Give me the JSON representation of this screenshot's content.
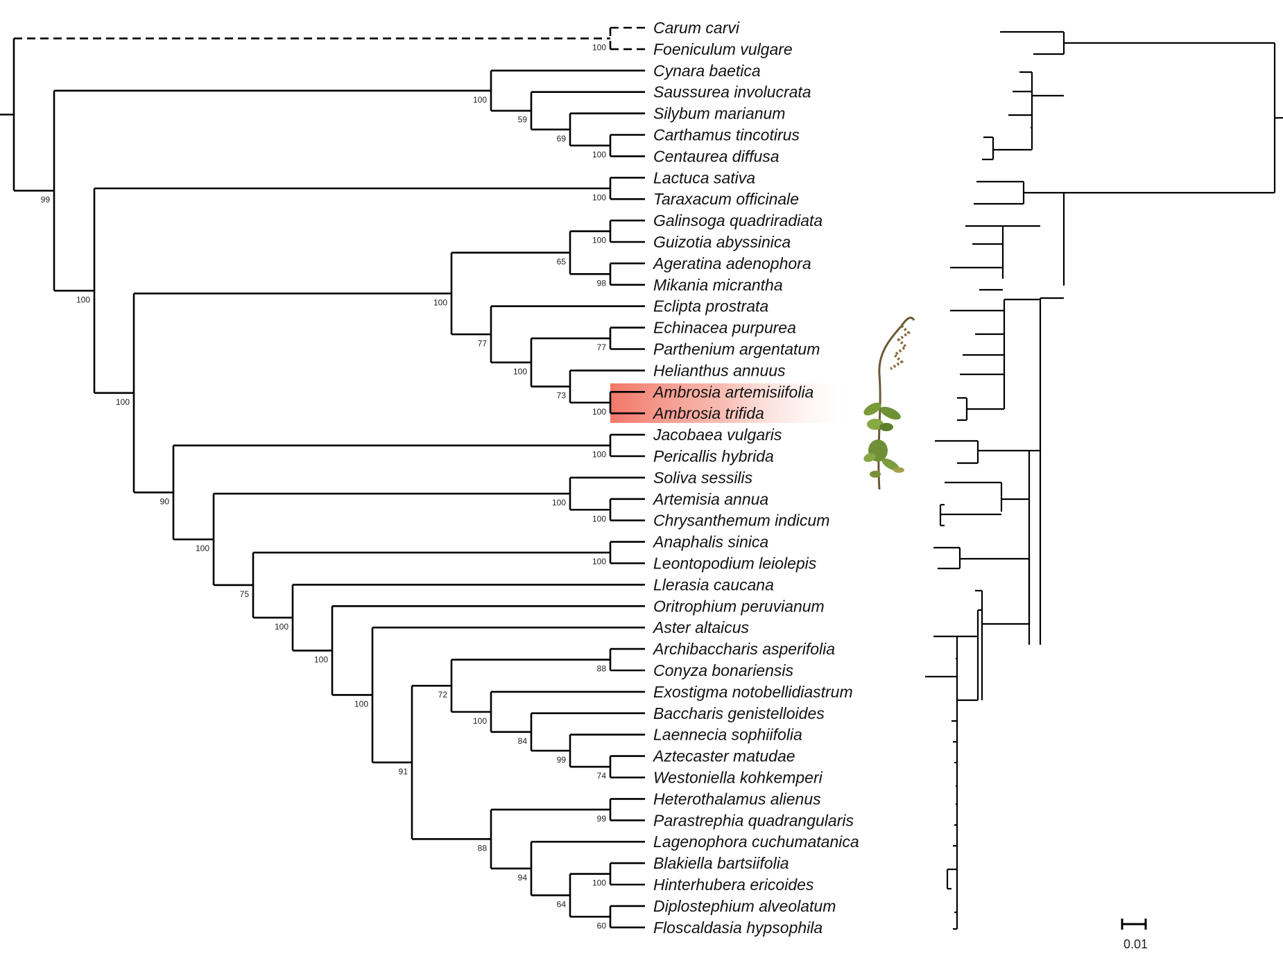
{
  "taxa": [
    "Carum carvi",
    "Foeniculum vulgare",
    "Cynara baetica",
    "Saussurea involucrata",
    "Silybum marianum",
    "Carthamus tincotirus",
    "Centaurea diffusa",
    "Lactuca sativa",
    "Taraxacum officinale",
    "Galinsoga quadriradiata",
    "Guizotia abyssinica",
    "Ageratina adenophora",
    "Mikania micrantha",
    "Eclipta prostrata",
    "Echinacea purpurea",
    "Parthenium argentatum",
    "Helianthus annuus",
    "Ambrosia artemisiifolia",
    "Ambrosia trifida",
    "Jacobaea vulgaris",
    "Pericallis hybrida",
    "Soliva sessilis",
    "Artemisia annua",
    "Chrysanthemum indicum",
    "Anaphalis sinica",
    "Leontopodium leiolepis",
    "Llerasia caucana",
    "Oritrophium peruvianum",
    "Aster altaicus",
    "Archibaccharis asperifolia",
    "Conyza bonariensis",
    "Exostigma notobellidiastrum",
    "Baccharis genistelloides",
    "Laennecia sophiifolia",
    "Aztecaster matudae",
    "Westoniella kohkemperi",
    "Heterothalamus alienus",
    "Parastrephia quadrangularis",
    "Lagenophora cuchumatanica",
    "Blakiella bartsiifolia",
    "Hinterhubera ericoides",
    "Diplostephium alveolatum",
    "Floscaldasia hypsophila"
  ],
  "highlighted_taxa": [
    "Ambrosia artemisiifolia",
    "Ambrosia trifida"
  ],
  "highlight_color": "#f08070",
  "branch_color": "#000000",
  "support_values": [
    "100",
    "100",
    "59",
    "69",
    "100",
    "100",
    "100",
    "99",
    "100",
    "65",
    "98",
    "100",
    "100",
    "77",
    "100",
    "73",
    "100",
    "100",
    "90",
    "100",
    "100",
    "100",
    "100",
    "75",
    "100",
    "100",
    "100",
    "88",
    "72",
    "100",
    "84",
    "99",
    "74",
    "91",
    "99",
    "88",
    "94",
    "100",
    "64",
    "60",
    "100"
  ],
  "scale_bar": {
    "label": "0.01"
  },
  "icons": [
    "ambrosia-plant-illustration"
  ]
}
